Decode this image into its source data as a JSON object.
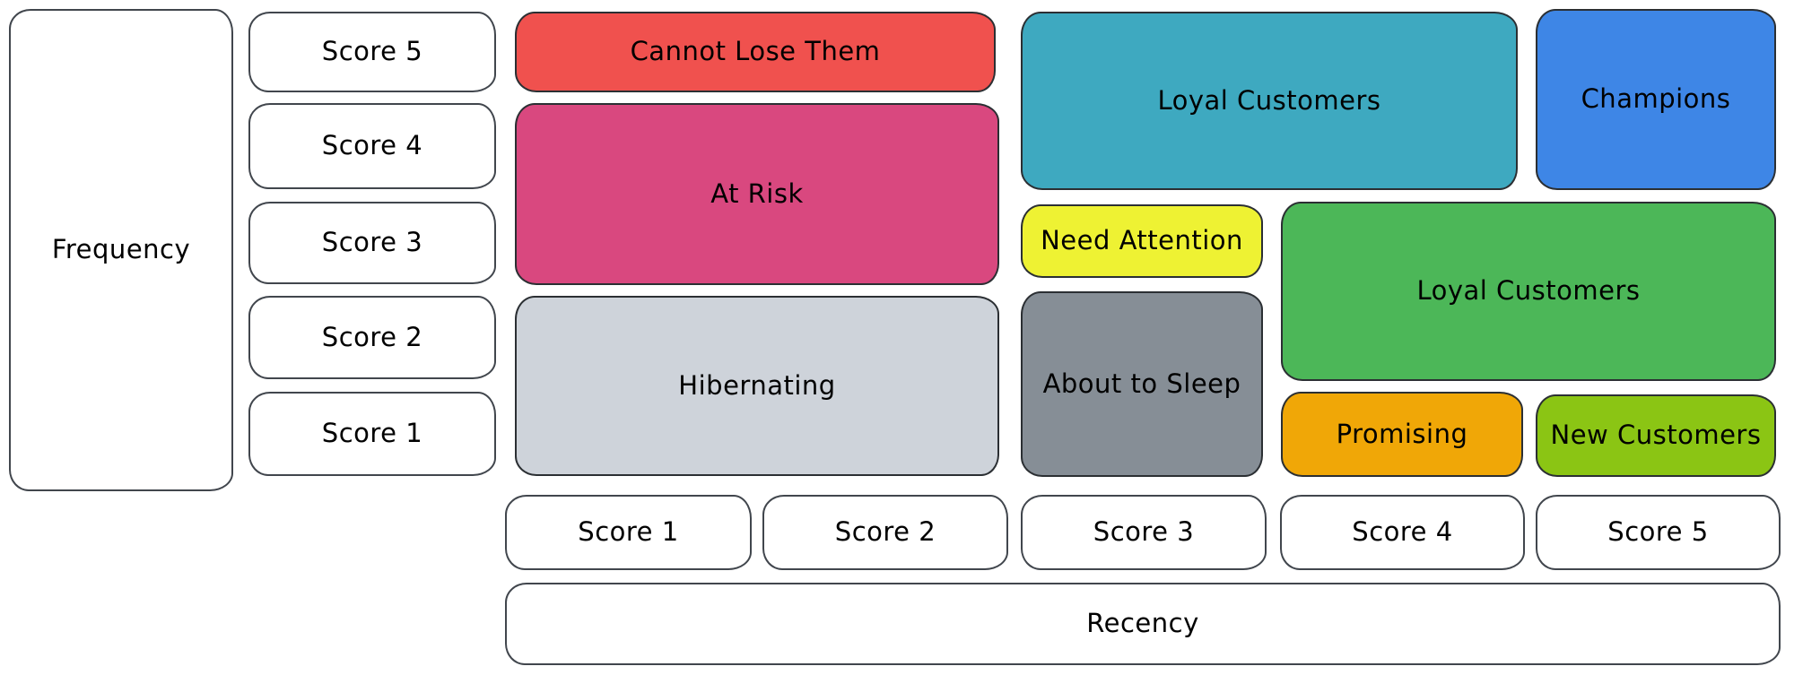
{
  "diagram": {
    "frequency_axis": {
      "label": "Frequency",
      "scores": [
        "Score 5",
        "Score 4",
        "Score 3",
        "Score 2",
        "Score 1"
      ]
    },
    "recency_axis": {
      "label": "Recency",
      "scores": [
        "Score 1",
        "Score 2",
        "Score 3",
        "Score 4",
        "Score 5"
      ]
    },
    "segments": [
      {
        "id": "cannot-lose-them",
        "label": "Cannot Lose Them",
        "color": "#f0514e"
      },
      {
        "id": "at-risk",
        "label": "At Risk",
        "color": "#d9487f"
      },
      {
        "id": "hibernating",
        "label": "Hibernating",
        "color": "#ced3da"
      },
      {
        "id": "loyal-customers-top",
        "label": "Loyal Customers",
        "color": "#3ea9c0"
      },
      {
        "id": "champions",
        "label": "Champions",
        "color": "#3e86e6"
      },
      {
        "id": "need-attention",
        "label": "Need Attention",
        "color": "#eef233"
      },
      {
        "id": "about-to-sleep",
        "label": "About to Sleep",
        "color": "#868e96"
      },
      {
        "id": "loyal-customers-mid",
        "label": "Loyal Customers",
        "color": "#4cb758"
      },
      {
        "id": "promising",
        "label": "Promising",
        "color": "#f0a707"
      },
      {
        "id": "new-customers",
        "label": "New Customers",
        "color": "#8bc514"
      }
    ],
    "colors": {
      "background": "#ffffff",
      "border": "#2b2f33",
      "text": "#000000"
    }
  }
}
